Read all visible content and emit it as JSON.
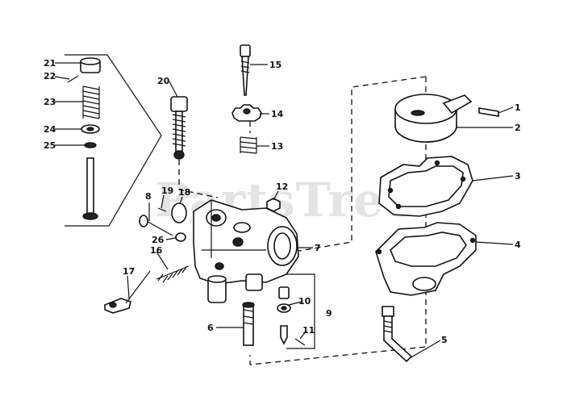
{
  "watermark": {
    "text": "PartsTree",
    "tm": "TM"
  },
  "callouts": {
    "c1": "1",
    "c2": "2",
    "c3": "3",
    "c4": "4",
    "c5": "5",
    "c6": "6",
    "c7": "7",
    "c8": "8",
    "c9": "9",
    "c10": "10",
    "c11": "11",
    "c12": "12",
    "c13": "13",
    "c14": "14",
    "c15": "15",
    "c16": "16",
    "c17": "17",
    "c18": "18",
    "c19": "19",
    "c20": "20",
    "c21": "21",
    "c22": "22",
    "c23": "23",
    "c24": "24",
    "c25": "25",
    "c26": "26"
  }
}
